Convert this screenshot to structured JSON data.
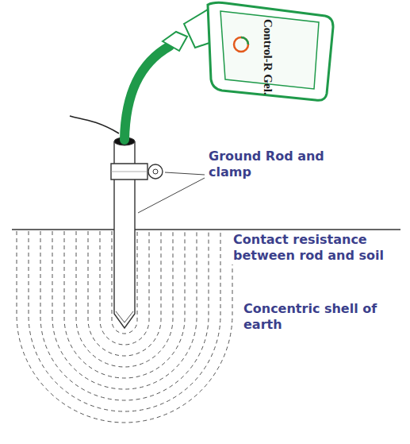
{
  "diagram": {
    "labels": [
      "Control-R Gel.",
      "Ground Rod and clamp",
      "Contact resistance between rod and soil",
      "Concentric shell of earth"
    ]
  }
}
